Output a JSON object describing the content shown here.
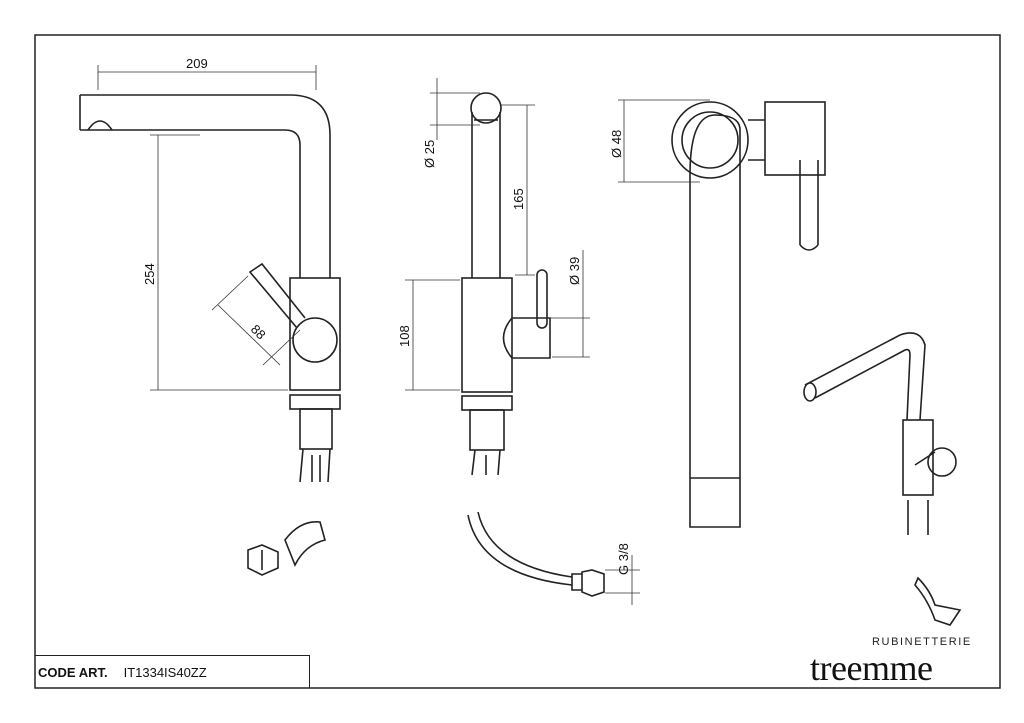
{
  "drawing": {
    "dimensions": {
      "spout_reach": "209",
      "spout_height": "254",
      "lever_length": "88",
      "spout_diameter": "Ø 25",
      "spout_rise": "165",
      "body_height": "108",
      "lever_diameter": "Ø 39",
      "base_diameter": "Ø 48",
      "hose_thread": "G 3/8"
    }
  },
  "title_block": {
    "code_label": "CODE ART.",
    "code_value": "IT1334IS40ZZ"
  },
  "logo": {
    "subtitle": "RUBINETTERIE",
    "brand": "treemme"
  }
}
